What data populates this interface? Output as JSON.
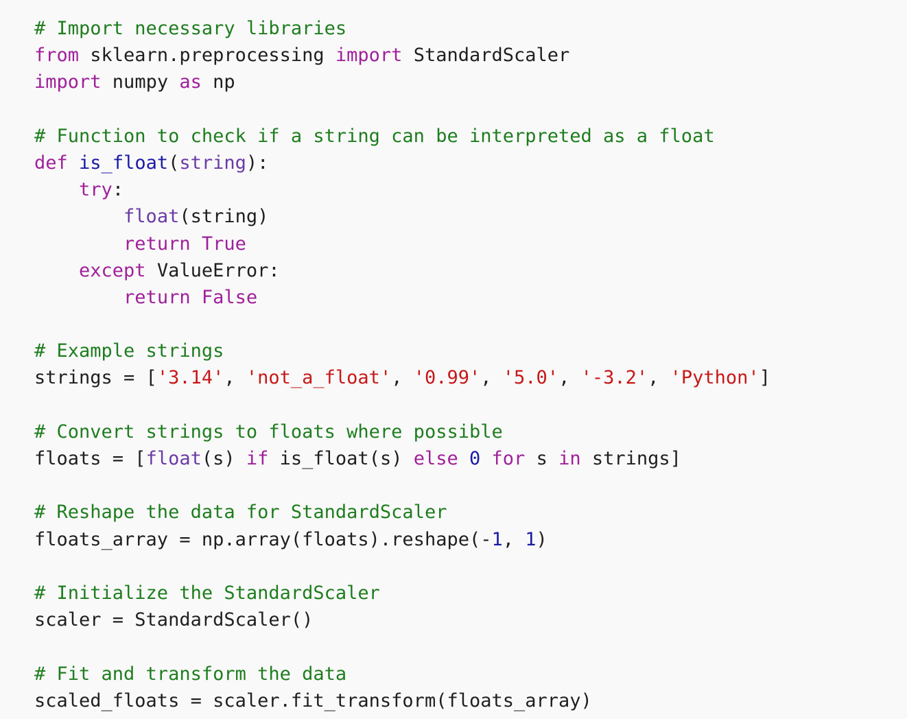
{
  "code": {
    "language": "python",
    "colors": {
      "background": "#f9f9f9",
      "comment": "#1e7d1e",
      "keyword": "#a0209a",
      "builtin": "#6a3aa6",
      "function": "#1a1aa6",
      "string": "#c81818",
      "number": "#1a1aa6",
      "plain": "#1f1f1f"
    },
    "lines": [
      [
        {
          "t": "comment",
          "v": "# Import necessary libraries"
        }
      ],
      [
        {
          "t": "keyword",
          "v": "from"
        },
        {
          "t": "plain",
          "v": " sklearn.preprocessing "
        },
        {
          "t": "keyword",
          "v": "import"
        },
        {
          "t": "plain",
          "v": " StandardScaler"
        }
      ],
      [
        {
          "t": "keyword",
          "v": "import"
        },
        {
          "t": "plain",
          "v": " numpy "
        },
        {
          "t": "keyword",
          "v": "as"
        },
        {
          "t": "plain",
          "v": " np"
        }
      ],
      [],
      [
        {
          "t": "comment",
          "v": "# Function to check if a string can be interpreted as a float"
        }
      ],
      [
        {
          "t": "keyword",
          "v": "def"
        },
        {
          "t": "plain",
          "v": " "
        },
        {
          "t": "func",
          "v": "is_float"
        },
        {
          "t": "plain",
          "v": "("
        },
        {
          "t": "builtin",
          "v": "string"
        },
        {
          "t": "plain",
          "v": "):"
        }
      ],
      [
        {
          "t": "plain",
          "v": "    "
        },
        {
          "t": "keyword",
          "v": "try"
        },
        {
          "t": "plain",
          "v": ":"
        }
      ],
      [
        {
          "t": "plain",
          "v": "        "
        },
        {
          "t": "builtin",
          "v": "float"
        },
        {
          "t": "plain",
          "v": "(string)"
        }
      ],
      [
        {
          "t": "plain",
          "v": "        "
        },
        {
          "t": "keyword",
          "v": "return"
        },
        {
          "t": "plain",
          "v": " "
        },
        {
          "t": "keyword",
          "v": "True"
        }
      ],
      [
        {
          "t": "plain",
          "v": "    "
        },
        {
          "t": "keyword",
          "v": "except"
        },
        {
          "t": "plain",
          "v": " ValueError:"
        }
      ],
      [
        {
          "t": "plain",
          "v": "        "
        },
        {
          "t": "keyword",
          "v": "return"
        },
        {
          "t": "plain",
          "v": " "
        },
        {
          "t": "keyword",
          "v": "False"
        }
      ],
      [],
      [
        {
          "t": "comment",
          "v": "# Example strings"
        }
      ],
      [
        {
          "t": "plain",
          "v": "strings = ["
        },
        {
          "t": "string",
          "v": "'3.14'"
        },
        {
          "t": "plain",
          "v": ", "
        },
        {
          "t": "string",
          "v": "'not_a_float'"
        },
        {
          "t": "plain",
          "v": ", "
        },
        {
          "t": "string",
          "v": "'0.99'"
        },
        {
          "t": "plain",
          "v": ", "
        },
        {
          "t": "string",
          "v": "'5.0'"
        },
        {
          "t": "plain",
          "v": ", "
        },
        {
          "t": "string",
          "v": "'-3.2'"
        },
        {
          "t": "plain",
          "v": ", "
        },
        {
          "t": "string",
          "v": "'Python'"
        },
        {
          "t": "plain",
          "v": "]"
        }
      ],
      [],
      [
        {
          "t": "comment",
          "v": "# Convert strings to floats where possible"
        }
      ],
      [
        {
          "t": "plain",
          "v": "floats = ["
        },
        {
          "t": "builtin",
          "v": "float"
        },
        {
          "t": "plain",
          "v": "(s) "
        },
        {
          "t": "keyword",
          "v": "if"
        },
        {
          "t": "plain",
          "v": " is_float(s) "
        },
        {
          "t": "keyword",
          "v": "else"
        },
        {
          "t": "plain",
          "v": " "
        },
        {
          "t": "number",
          "v": "0"
        },
        {
          "t": "plain",
          "v": " "
        },
        {
          "t": "keyword",
          "v": "for"
        },
        {
          "t": "plain",
          "v": " s "
        },
        {
          "t": "keyword",
          "v": "in"
        },
        {
          "t": "plain",
          "v": " strings]"
        }
      ],
      [],
      [
        {
          "t": "comment",
          "v": "# Reshape the data for StandardScaler"
        }
      ],
      [
        {
          "t": "plain",
          "v": "floats_array = np.array(floats).reshape(-"
        },
        {
          "t": "number",
          "v": "1"
        },
        {
          "t": "plain",
          "v": ", "
        },
        {
          "t": "number",
          "v": "1"
        },
        {
          "t": "plain",
          "v": ")"
        }
      ],
      [],
      [
        {
          "t": "comment",
          "v": "# Initialize the StandardScaler"
        }
      ],
      [
        {
          "t": "plain",
          "v": "scaler = StandardScaler()"
        }
      ],
      [],
      [
        {
          "t": "comment",
          "v": "# Fit and transform the data"
        }
      ],
      [
        {
          "t": "plain",
          "v": "scaled_floats = scaler.fit_transform(floats_array)"
        }
      ]
    ]
  }
}
